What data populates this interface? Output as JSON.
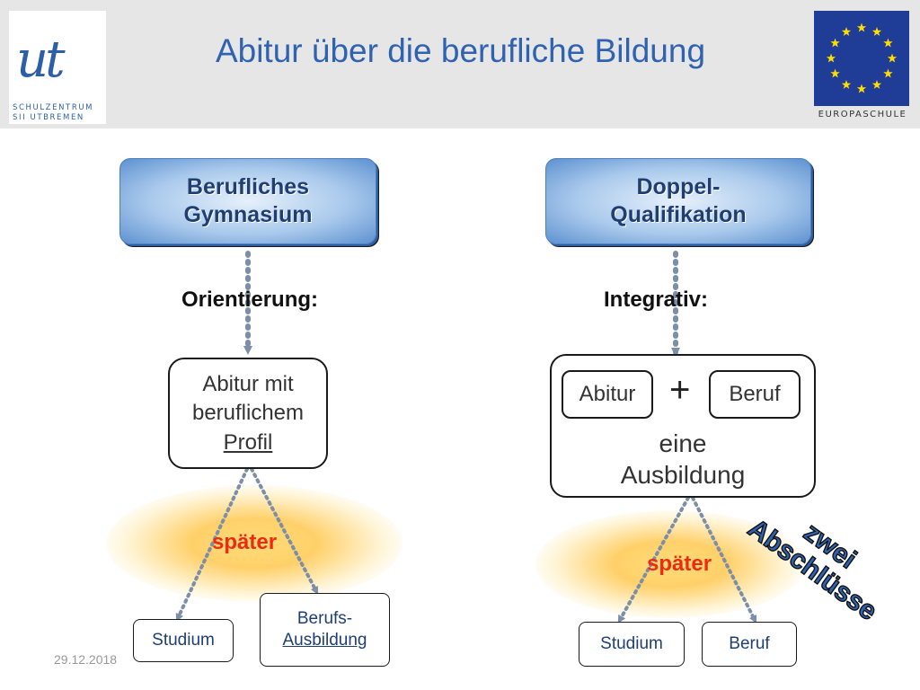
{
  "header": {
    "title": "Abitur über die berufliche Bildung",
    "logo": {
      "mark": "ut",
      "line1": "SCHULZENTRUM",
      "line2": "SII UTBREMEN"
    },
    "eu_label": "EUROPASCHULE"
  },
  "left": {
    "box_line1": "Berufliches",
    "box_line2": "Gymnasium",
    "label": "Orientierung:",
    "profil_line1": "Abitur mit",
    "profil_line2": "beruflichem",
    "profil_line3": "Profil",
    "later": "später",
    "leaf1": "Studium",
    "leaf2_line1": "Berufs-",
    "leaf2_line2": "Ausbildung"
  },
  "right": {
    "box_line1": "Doppel-",
    "box_line2": "Qualifikation",
    "label": "Integrativ:",
    "abitur": "Abitur",
    "plus": "+",
    "beruf": "Beruf",
    "ausb_line1": "eine",
    "ausb_line2": "Ausbildung",
    "later": "später",
    "leaf1": "Studium",
    "leaf2": "Beruf"
  },
  "annotation": {
    "line1": "zwei",
    "line2": "Abschlüsse"
  },
  "footer": {
    "date": "29.12.2018"
  },
  "colors": {
    "title": "#2f62b0",
    "later": "#ee2a12",
    "connector": "#7d8fa8"
  },
  "icons": {
    "logo": "ut-logo-icon",
    "eu": "eu-flag-icon"
  }
}
